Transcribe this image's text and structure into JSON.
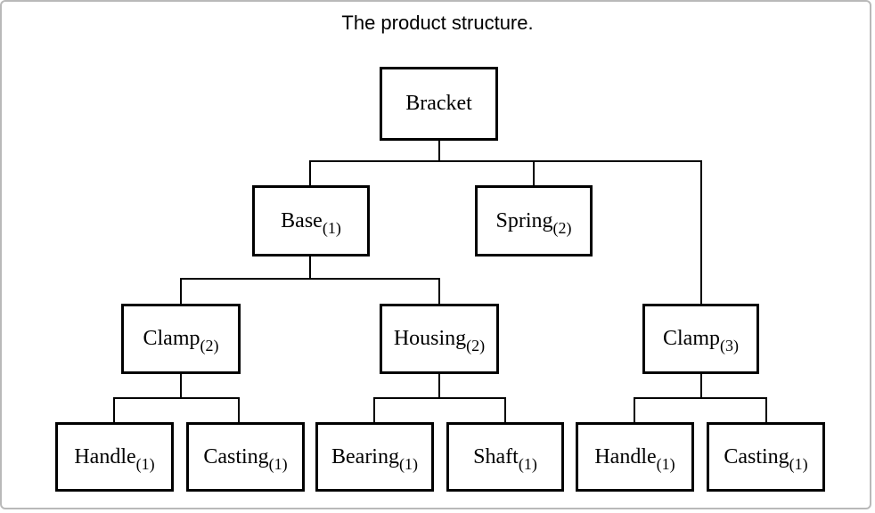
{
  "diagram": {
    "title": "The product structure.",
    "colors": {
      "line": "#000000",
      "box_border": "#000000",
      "box_fill": "#ffffff",
      "frame_border": "#b9b9b9"
    },
    "tree": {
      "label": "Bracket",
      "qty": "",
      "children": [
        {
          "label": "Base",
          "qty": "(1)",
          "children": [
            {
              "label": "Clamp",
              "qty": "(2)",
              "children": [
                {
                  "label": "Handle",
                  "qty": "(1)"
                },
                {
                  "label": "Casting",
                  "qty": "(1)"
                }
              ]
            },
            {
              "label": "Housing",
              "qty": "(2)",
              "children": [
                {
                  "label": "Bearing",
                  "qty": "(1)"
                },
                {
                  "label": "Shaft",
                  "qty": "(1)"
                }
              ]
            }
          ]
        },
        {
          "label": "Spring",
          "qty": "(2)"
        },
        {
          "label": "Clamp",
          "qty": "(3)",
          "children": [
            {
              "label": "Handle",
              "qty": "(1)"
            },
            {
              "label": "Casting",
              "qty": "(1)"
            }
          ]
        }
      ]
    }
  }
}
